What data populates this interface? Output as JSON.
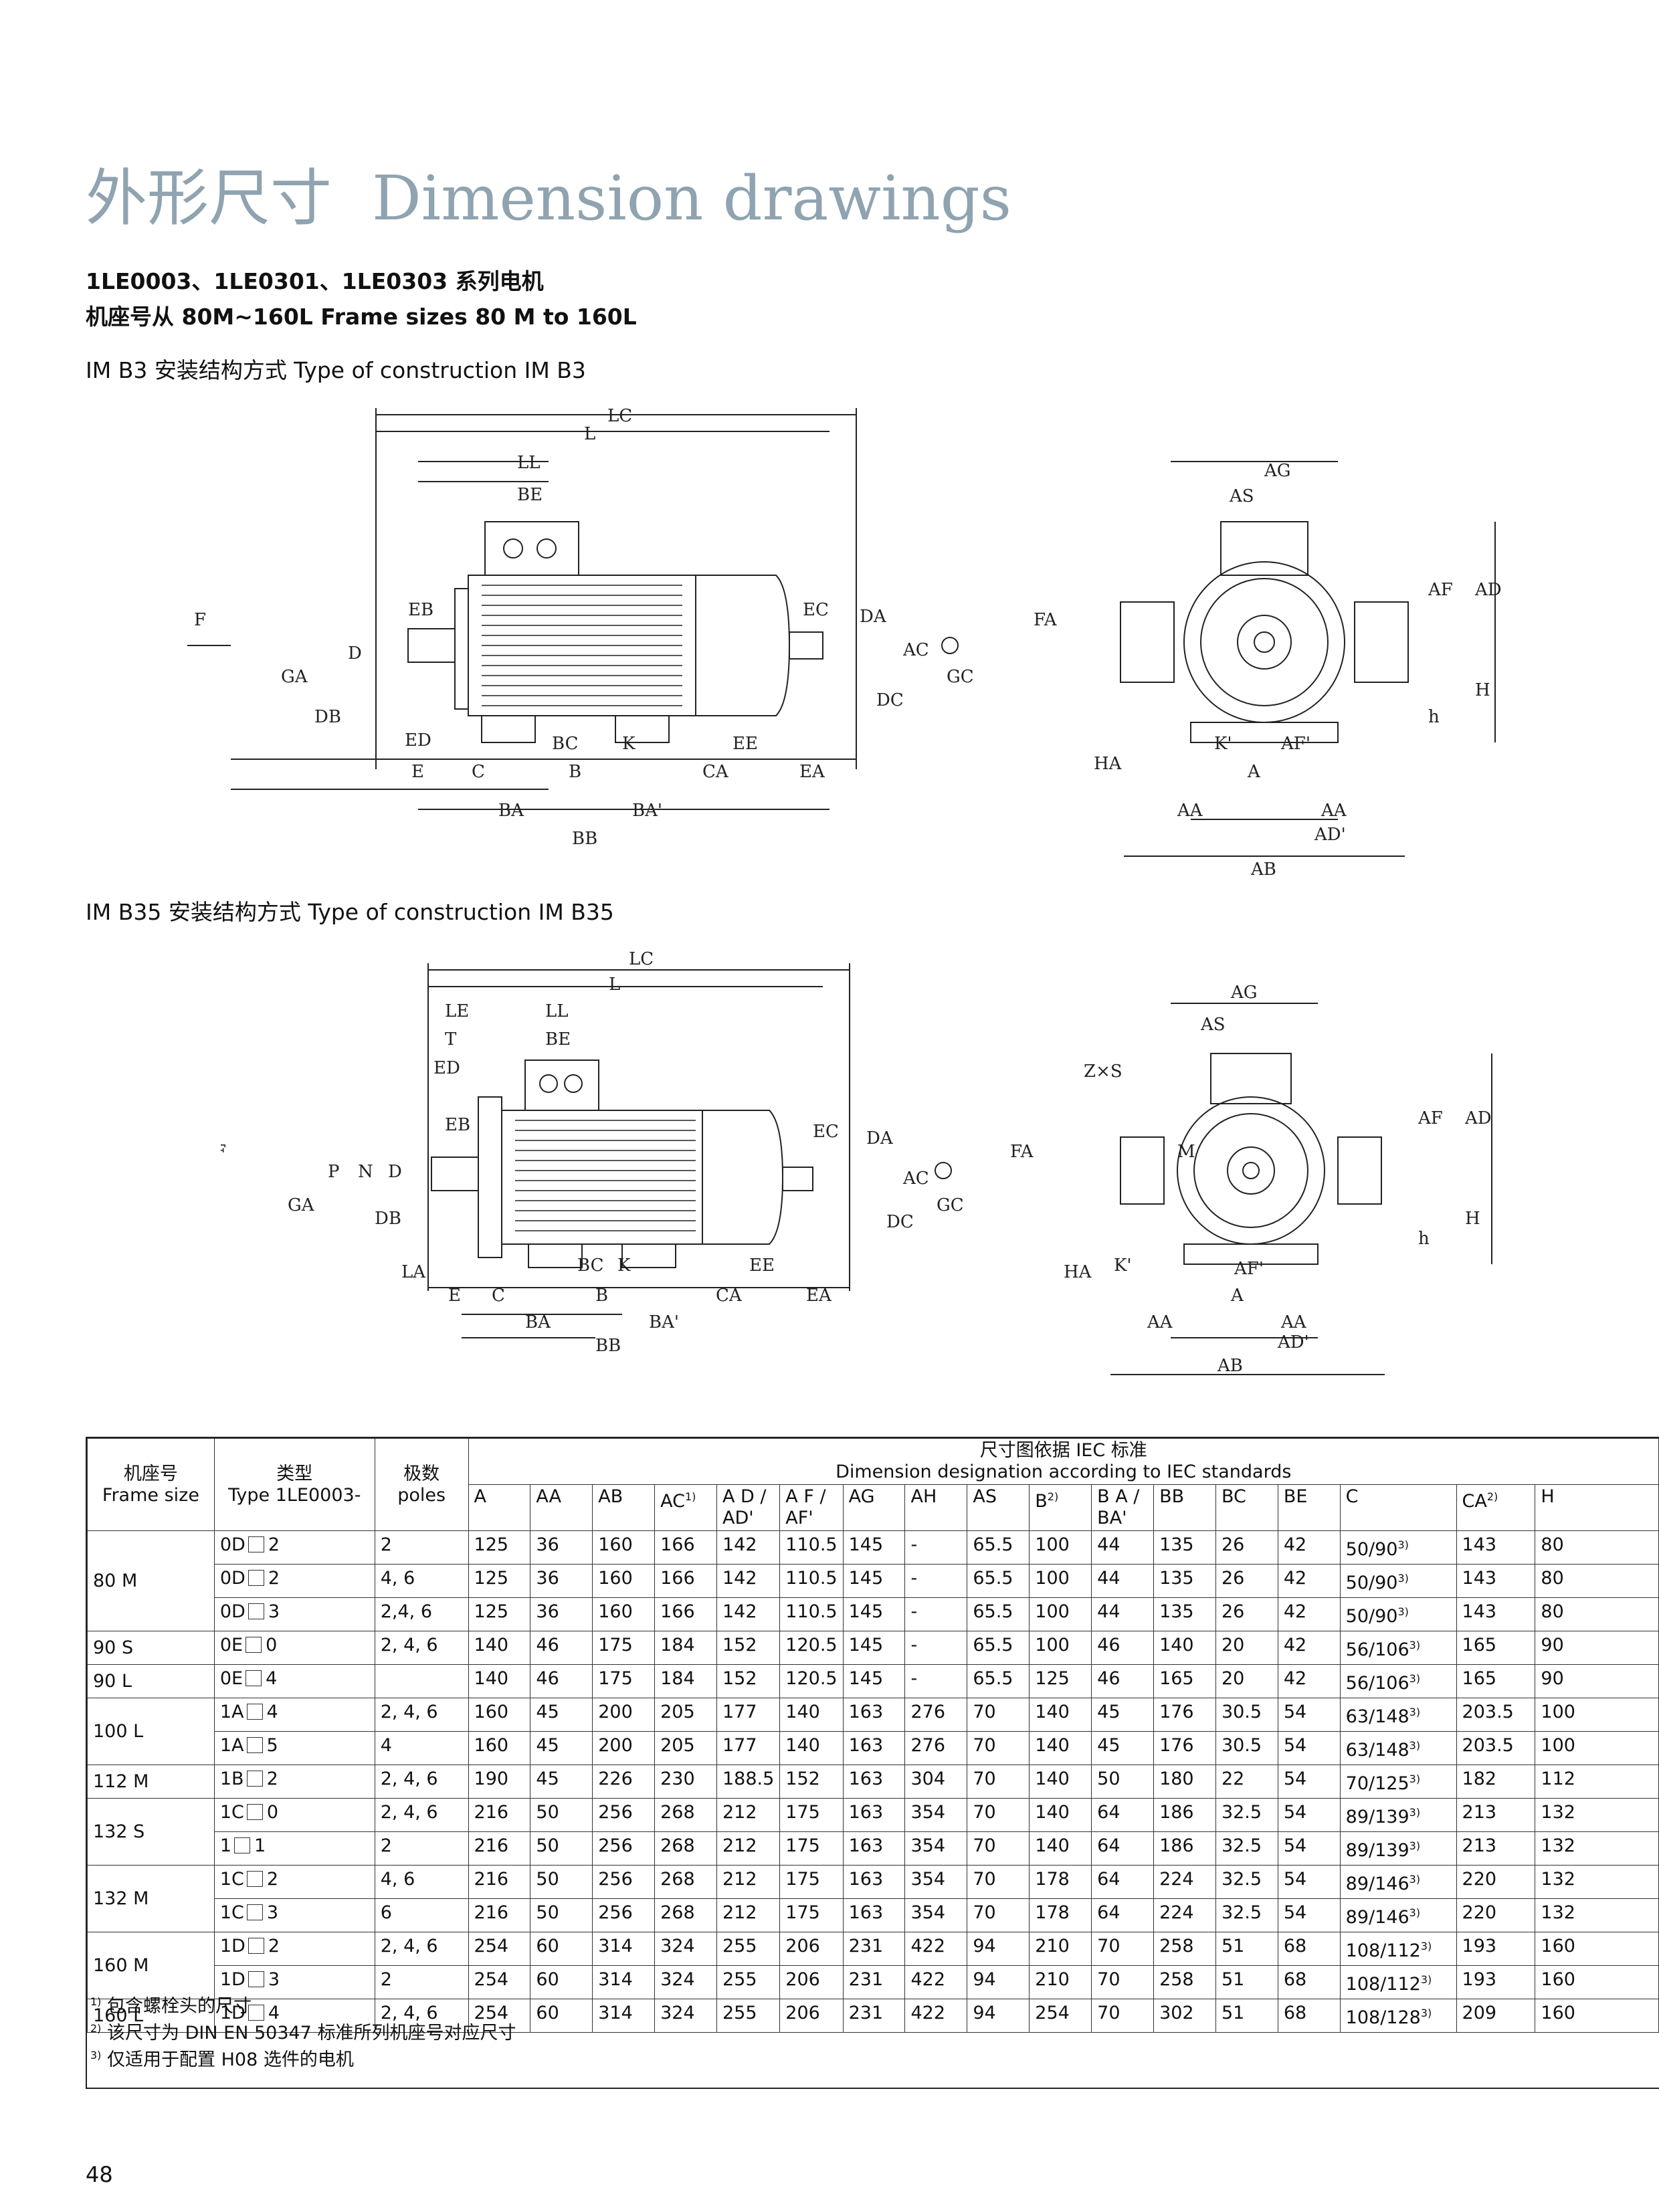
{
  "title": {
    "cn": "外形尺寸",
    "en": "Dimension drawings"
  },
  "series": "1LE0003、1LE0301、1LE0303 系列电机",
  "frame_range": "机座号从 80M~160L  Frame sizes 80 M to 160L",
  "section_b3": "IM B3 安装结构方式 Type of construction IM B3",
  "section_b35": "IM B35 安装结构方式 Type of construction IM B35",
  "drawing_b3": {
    "side": {
      "LC": "LC",
      "L": "L",
      "LL": "LL",
      "BE": "BE",
      "EB": "EB",
      "EC": "EC",
      "DA": "DA",
      "AC": "AC",
      "F": "F",
      "GA": "GA",
      "D": "D",
      "DB": "DB",
      "DC": "DC",
      "ED": "ED",
      "E": "E",
      "C": "C",
      "BC": "BC",
      "B": "B",
      "K": "K",
      "EE": "EE",
      "CA": "CA",
      "EA": "EA",
      "BA": "BA",
      "BA2": "BA'",
      "BB": "BB",
      "FA": "FA",
      "GC": "GC"
    },
    "end": {
      "AG": "AG",
      "AS": "AS",
      "AF": "AF",
      "AD": "AD",
      "H": "H",
      "h": "h",
      "HA": "HA",
      "K2": "K'",
      "AF2": "AF'",
      "A": "A",
      "AA": "AA",
      "AA2": "AA",
      "AD2": "AD'",
      "AB": "AB"
    }
  },
  "drawing_b35": {
    "side": {
      "LC": "LC",
      "L": "L",
      "LE": "LE",
      "T": "T",
      "LL": "LL",
      "BE": "BE",
      "ED": "ED",
      "EB": "EB",
      "EC": "EC",
      "DA": "DA",
      "AC": "AC",
      "F": "F",
      "GA": "GA",
      "P": "P",
      "N": "N",
      "D": "D",
      "DB": "DB",
      "DC": "DC",
      "LA": "LA",
      "E": "E",
      "C": "C",
      "BC": "BC",
      "K": "K",
      "B": "B",
      "EE": "EE",
      "CA": "CA",
      "EA": "EA",
      "BA": "BA",
      "BA2": "BA'",
      "BB": "BB",
      "FA": "FA",
      "GC": "GC"
    },
    "end": {
      "AG": "AG",
      "AS": "AS",
      "ZxS": "Z×S",
      "M": "M",
      "AF": "AF",
      "AD": "AD",
      "H": "H",
      "h": "h",
      "HA": "HA",
      "K2": "K'",
      "AF2": "AF'",
      "A": "A",
      "AA": "AA",
      "AA2": "AA",
      "AD2": "AD'",
      "AB": "AB"
    }
  },
  "table": {
    "h_frame": [
      "机座号",
      "Frame size"
    ],
    "h_type": [
      "类型",
      "Type 1LE0003-"
    ],
    "h_poles": [
      "极数",
      "poles"
    ],
    "h_dims": [
      "尺寸图依据 IEC 标准",
      "Dimension designation according to IEC standards"
    ],
    "columns": [
      {
        "l1": "A",
        "sup": ""
      },
      {
        "l1": "AA",
        "sup": ""
      },
      {
        "l1": "AB",
        "sup": ""
      },
      {
        "l1": "AC",
        "sup": "1)"
      },
      {
        "l1": "A D  /",
        "l2": "AD'",
        "sup": ""
      },
      {
        "l1": "A F  /",
        "l2": "AF'",
        "sup": ""
      },
      {
        "l1": "AG",
        "sup": ""
      },
      {
        "l1": "AH",
        "sup": ""
      },
      {
        "l1": "AS",
        "sup": ""
      },
      {
        "l1": "B",
        "sup": "2)"
      },
      {
        "l1": "B A  /",
        "l2": "BA'",
        "sup": ""
      },
      {
        "l1": "BB",
        "sup": ""
      },
      {
        "l1": "BC",
        "sup": ""
      },
      {
        "l1": "BE",
        "sup": ""
      },
      {
        "l1": "C",
        "sup": ""
      },
      {
        "l1": "CA",
        "sup": "2)"
      },
      {
        "l1": "H",
        "sup": ""
      }
    ],
    "rows": [
      {
        "frame": "80 M",
        "span": 3,
        "t1": "0D",
        "t2": "2",
        "poles": "2",
        "v": [
          "125",
          "36",
          "160",
          "166",
          "142",
          "110.5",
          "145",
          "-",
          "65.5",
          "100",
          "44",
          "135",
          "26",
          "42",
          "50/90",
          "143",
          "80"
        ]
      },
      {
        "t1": "0D",
        "t2": "2",
        "poles": "4, 6",
        "v": [
          "125",
          "36",
          "160",
          "166",
          "142",
          "110.5",
          "145",
          "-",
          "65.5",
          "100",
          "44",
          "135",
          "26",
          "42",
          "50/90",
          "143",
          "80"
        ]
      },
      {
        "t1": "0D",
        "t2": "3",
        "poles": "2,4, 6",
        "v": [
          "125",
          "36",
          "160",
          "166",
          "142",
          "110.5",
          "145",
          "-",
          "65.5",
          "100",
          "44",
          "135",
          "26",
          "42",
          "50/90",
          "143",
          "80"
        ]
      },
      {
        "frame": "90 S",
        "span": 1,
        "t1": "0E",
        "t2": "0",
        "poles": "2, 4, 6",
        "v": [
          "140",
          "46",
          "175",
          "184",
          "152",
          "120.5",
          "145",
          "-",
          "65.5",
          "100",
          "46",
          "140",
          "20",
          "42",
          "56/106",
          "165",
          "90"
        ]
      },
      {
        "frame": "90 L",
        "span": 1,
        "t1": "0E",
        "t2": "4",
        "poles": "",
        "v": [
          "140",
          "46",
          "175",
          "184",
          "152",
          "120.5",
          "145",
          "-",
          "65.5",
          "125",
          "46",
          "165",
          "20",
          "42",
          "56/106",
          "165",
          "90"
        ]
      },
      {
        "frame": "100 L",
        "span": 2,
        "t1": "1A",
        "t2": "4",
        "poles": "2, 4, 6",
        "v": [
          "160",
          "45",
          "200",
          "205",
          "177",
          "140",
          "163",
          "276",
          "70",
          "140",
          "45",
          "176",
          "30.5",
          "54",
          "63/148",
          "203.5",
          "100"
        ]
      },
      {
        "t1": "1A",
        "t2": "5",
        "poles": "4",
        "v": [
          "160",
          "45",
          "200",
          "205",
          "177",
          "140",
          "163",
          "276",
          "70",
          "140",
          "45",
          "176",
          "30.5",
          "54",
          "63/148",
          "203.5",
          "100"
        ]
      },
      {
        "frame": "112 M",
        "span": 1,
        "t1": "1B",
        "t2": "2",
        "poles": "2, 4, 6",
        "v": [
          "190",
          "45",
          "226",
          "230",
          "188.5",
          "152",
          "163",
          "304",
          "70",
          "140",
          "50",
          "180",
          "22",
          "54",
          "70/125",
          "182",
          "112"
        ]
      },
      {
        "frame": "132 S",
        "span": 2,
        "t1": "1C",
        "t2": "0",
        "poles": "2, 4, 6",
        "v": [
          "216",
          "50",
          "256",
          "268",
          "212",
          "175",
          "163",
          "354",
          "70",
          "140",
          "64",
          "186",
          "32.5",
          "54",
          "89/139",
          "213",
          "132"
        ]
      },
      {
        "t1": "1",
        "t2": "1",
        "poles": "2",
        "v": [
          "216",
          "50",
          "256",
          "268",
          "212",
          "175",
          "163",
          "354",
          "70",
          "140",
          "64",
          "186",
          "32.5",
          "54",
          "89/139",
          "213",
          "132"
        ]
      },
      {
        "frame": "132 M",
        "span": 2,
        "t1": "1C",
        "t2": "2",
        "poles": "4, 6",
        "v": [
          "216",
          "50",
          "256",
          "268",
          "212",
          "175",
          "163",
          "354",
          "70",
          "178",
          "64",
          "224",
          "32.5",
          "54",
          "89/146",
          "220",
          "132"
        ]
      },
      {
        "t1": "1C",
        "t2": "3",
        "poles": "6",
        "v": [
          "216",
          "50",
          "256",
          "268",
          "212",
          "175",
          "163",
          "354",
          "70",
          "178",
          "64",
          "224",
          "32.5",
          "54",
          "89/146",
          "220",
          "132"
        ]
      },
      {
        "frame": "160 M",
        "span": 2,
        "t1": "1D",
        "t2": "2",
        "poles": "2, 4, 6",
        "v": [
          "254",
          "60",
          "314",
          "324",
          "255",
          "206",
          "231",
          "422",
          "94",
          "210",
          "70",
          "258",
          "51",
          "68",
          "108/112",
          "193",
          "160"
        ]
      },
      {
        "t1": "1D",
        "t2": "3",
        "poles": "2",
        "v": [
          "254",
          "60",
          "314",
          "324",
          "255",
          "206",
          "231",
          "422",
          "94",
          "210",
          "70",
          "258",
          "51",
          "68",
          "108/112",
          "193",
          "160"
        ]
      },
      {
        "frame": "160 L",
        "span": 1,
        "t1": "1D",
        "t2": "4",
        "poles": "2, 4, 6",
        "v": [
          "254",
          "60",
          "314",
          "324",
          "255",
          "206",
          "231",
          "422",
          "94",
          "254",
          "70",
          "302",
          "51",
          "68",
          "108/128",
          "209",
          "160"
        ]
      }
    ],
    "c_sup": "3)"
  },
  "footnotes": [
    {
      "sup": "1)",
      "text": "包含螺栓头的尺寸"
    },
    {
      "sup": "2)",
      "text": "该尺寸为 DIN EN 50347 标准所列机座号对应尺寸"
    },
    {
      "sup": "3)",
      "text": "仅适用于配置 H08 选件的电机"
    }
  ],
  "page_number": "48"
}
